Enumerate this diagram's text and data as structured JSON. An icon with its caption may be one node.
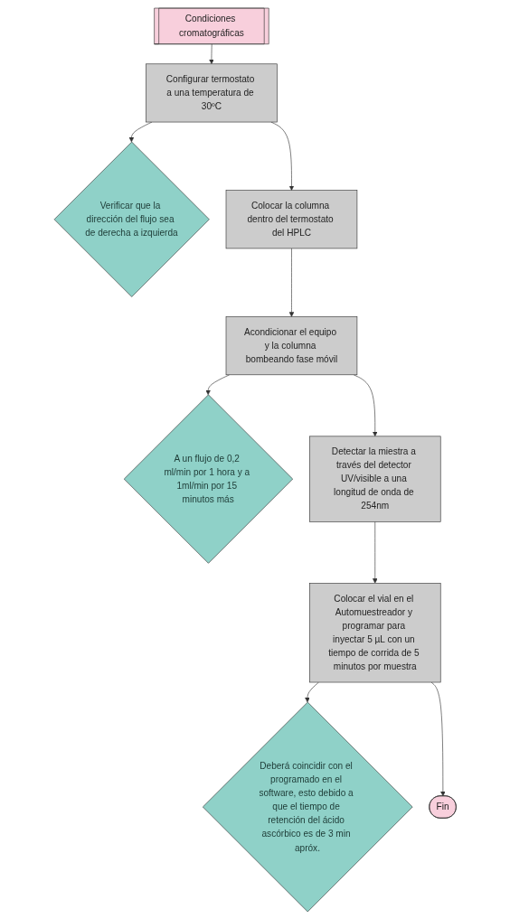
{
  "diagram": {
    "nodes": [
      {
        "text": [
          "Condiciones cromatográficas"
        ]
      },
      {
        "text": [
          "Configurar termostato a una temperatura de 30ºC"
        ]
      },
      {
        "text": [
          "Verificar que la dirección del flujo sea de derecha a izquierda"
        ]
      },
      {
        "text": [
          "Colocar la columna dentro del termostato del HPLC"
        ]
      },
      {
        "text": [
          "Acondicionar el equipo y la columna bombeando fase móvil"
        ]
      },
      {
        "text": [
          "A un flujo de 0,2 ml/min por 1 hora y a 1ml/min por 15 minutos más"
        ]
      },
      {
        "text": [
          "Detectar la miestra a través del detector UV/visible a una longitud de onda de 254nm"
        ]
      },
      {
        "text": [
          "Colocar el vial en el Automuestreador y programar para inyectar 5 µL con un tiempo de corrida de 5 minutos por muestra"
        ]
      },
      {
        "text": [
          "Deberá coincidir con el programado en el software, esto debido a que el tiempo de retención del ácido ascórbico es de 3 min apróx."
        ]
      },
      {
        "text": [
          "Fin"
        ]
      }
    ],
    "edges": [
      {
        "from": 0,
        "to": 1,
        "arrow": "to"
      },
      {
        "from": 1,
        "to": 2,
        "arrow": "to"
      },
      {
        "from": 1,
        "to": 3,
        "arrow": "to"
      },
      {
        "from": 3,
        "to": 4,
        "arrow": "to"
      },
      {
        "from": 4,
        "to": 5,
        "arrow": "to"
      },
      {
        "from": 4,
        "to": 6,
        "arrow": "to"
      },
      {
        "from": 6,
        "to": 7,
        "arrow": "to"
      },
      {
        "from": 7,
        "to": 8,
        "arrow": "to"
      },
      {
        "from": 7,
        "to": 9,
        "arrow": "to"
      }
    ]
  }
}
